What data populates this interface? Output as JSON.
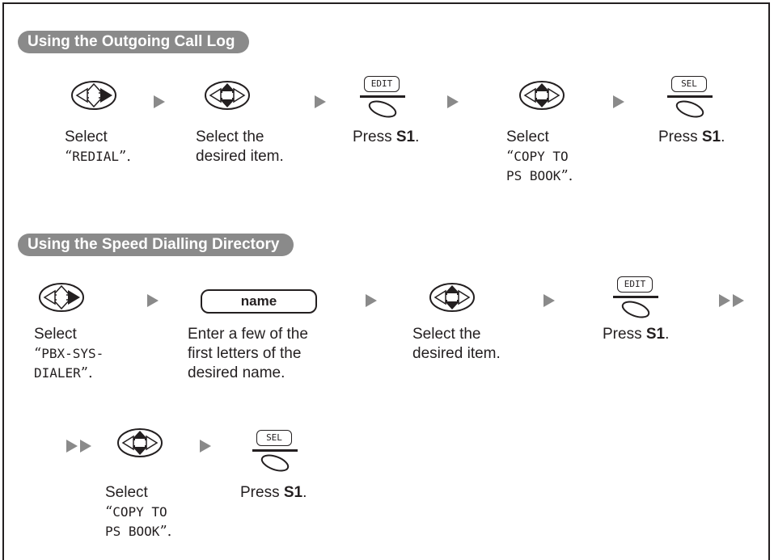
{
  "section1": {
    "title": "Using the Outgoing Call Log",
    "steps": [
      {
        "line1": "Select",
        "line2_open": "“",
        "line2_mono": "REDIAL",
        "line2_close": "”."
      },
      {
        "line1": "Select the",
        "line2": "desired item."
      },
      {
        "softkey": "EDIT",
        "press": "Press ",
        "key": "S1",
        "end": "."
      },
      {
        "line1": "Select",
        "line2_open": "“",
        "line2_mono": "COPY TO",
        "line3_mono": "PS BOOK",
        "line3_close": "”."
      },
      {
        "softkey": "SEL",
        "press": "Press ",
        "key": "S1",
        "end": "."
      }
    ]
  },
  "section2": {
    "title": "Using the Speed Dialling Directory",
    "steps": [
      {
        "line1": "Select",
        "line2_open": "“",
        "line2_mono": "PBX-SYS-",
        "line3_mono": "DIALER",
        "line3_close": "”."
      },
      {
        "field": "name",
        "line1": "Enter a few of the",
        "line2": "first letters of the",
        "line3": "desired name."
      },
      {
        "line1": "Select the",
        "line2": "desired item."
      },
      {
        "softkey": "EDIT",
        "press": "Press ",
        "key": "S1",
        "end": "."
      }
    ],
    "continued": [
      {
        "line1": "Select",
        "line2_open": "“",
        "line2_mono": "COPY TO",
        "line3_mono": "PS BOOK",
        "line3_close": "”."
      },
      {
        "softkey": "SEL",
        "press": "Press ",
        "key": "S1",
        "end": "."
      }
    ]
  },
  "colors": {
    "heading_bg": "#8a8a8a",
    "arrow": "#8a8a8a",
    "text": "#231f20"
  }
}
